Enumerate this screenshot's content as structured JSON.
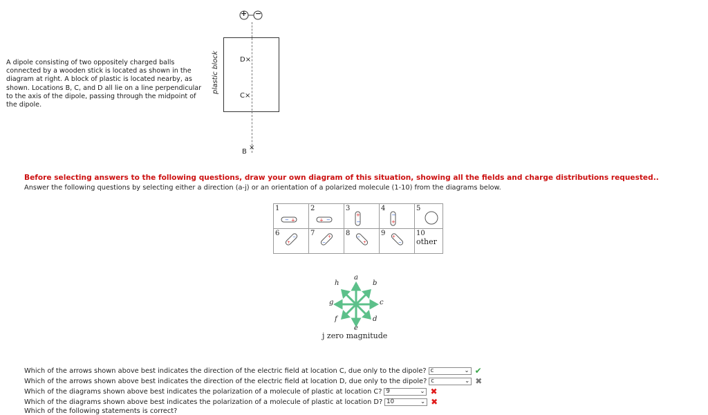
{
  "intro_text": "A dipole consisting of two oppositely charged balls connected by a wooden stick is located as shown in the diagram at right. A block of plastic is located nearby, as shown. Locations B, C, and D all lie on a line perpendicular to the axis of the dipole, passing through the midpoint of the dipole.",
  "diagram": {
    "plastic_label": "plastic block",
    "loc_d": "D×",
    "loc_c": "C×",
    "loc_b": "B",
    "plus": "+",
    "minus": "−"
  },
  "warning": "Before selecting answers to the following questions, draw your own diagram of this situation, showing all the fields and charge distributions requested..",
  "instruction": "Answer the following questions by selecting either a direction (a-j) or an orientation of a polarized molecule (1-10) from the diagrams below.",
  "molecules": {
    "n1": "1",
    "n2": "2",
    "n3": "3",
    "n4": "4",
    "n5": "5",
    "n6": "6",
    "n7": "7",
    "n8": "8",
    "n9": "9",
    "n10": "10",
    "other": "other"
  },
  "directions": {
    "a": "a",
    "b": "b",
    "c": "c",
    "d": "d",
    "e": "e",
    "f": "f",
    "g": "g",
    "h": "h",
    "j_label": "j zero magnitude"
  },
  "questions": [
    {
      "text": "Which of the arrows shown above best indicates the direction of the electric field at location C, due only to the dipole?",
      "value": "c",
      "status": "correct"
    },
    {
      "text": "Which of the arrows shown above best indicates the direction of the electric field at location D, due only to the dipole?",
      "value": "c",
      "status": "incorrect"
    },
    {
      "text": "Which of the diagrams shown above best indicates the polarization of a molecule of plastic at location C?",
      "value": "9",
      "status": "incorrect"
    },
    {
      "text": "Which of the diagrams shown above best indicates the polarization of a molecule of plastic at location D?",
      "value": "10",
      "status": "incorrect"
    },
    {
      "text": "Which of the following statements is correct?"
    }
  ],
  "colors": {
    "correct": "#3aa54a",
    "incorrect": "#e01b1b",
    "warning": "#cc1111",
    "arrow": "#5cc08a"
  }
}
